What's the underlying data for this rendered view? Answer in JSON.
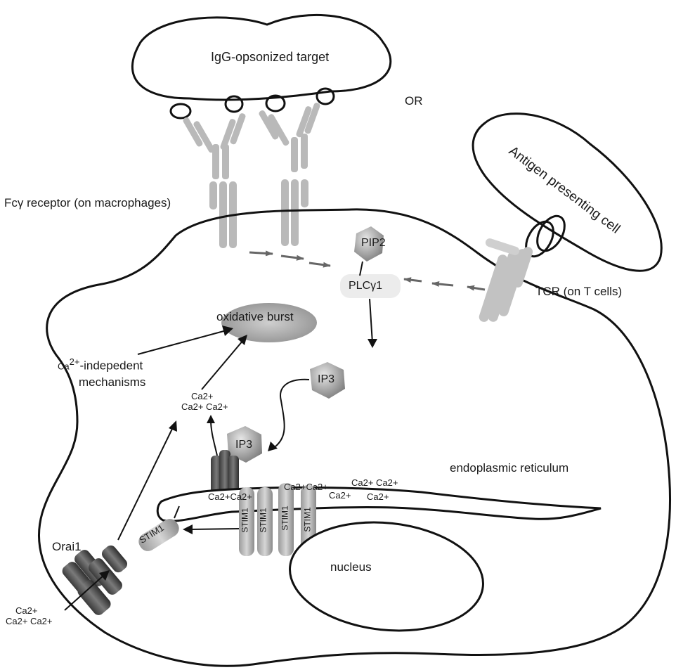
{
  "labels": {
    "target": "IgG-opsonized target",
    "or": "OR",
    "apc": "Antigen presenting cell",
    "fc_receptor": "Fcγ receptor (on macrophages)",
    "tcr": "TCR (on T cells)",
    "pip2": "PIP2",
    "plc": "PLCγ1",
    "oxidative": "oxidative burst",
    "ca_indep_sup": "Ca",
    "ca_indep_exp": "2+",
    "ca_indep_1": "-indepedent",
    "ca_indep_2": "mechanisms",
    "ip3_a": "IP3",
    "ip3_b": "IP3",
    "er": "endoplasmic reticulum",
    "nucleus": "nucleus",
    "orai": "Orai1",
    "stim_tag": "STIM1",
    "stim_1": "STIM1",
    "stim_2": "STIM1",
    "stim_3": "STIM1",
    "stim_4": "STIM1",
    "ca_mid_1": "Ca2+",
    "ca_mid_2": "Ca2+ Ca2+",
    "ca_out_1": "Ca2+",
    "ca_out_2": "Ca2+ Ca2+",
    "ca_er_1": "Ca2+Ca2+",
    "ca_er_2": "Ca2+Ca2+",
    "ca_er_3": "Ca2+",
    "ca_er_4": "Ca2+ Ca2+",
    "ca_er_5": "Ca2+"
  },
  "colors": {
    "outline": "#111111",
    "receptor": "#b9b9b9",
    "receptor_dark": "#8f8f8f",
    "channel": "#4a4a4a",
    "hexagon": "#9a9a9a",
    "plc_box": "#ececec"
  }
}
